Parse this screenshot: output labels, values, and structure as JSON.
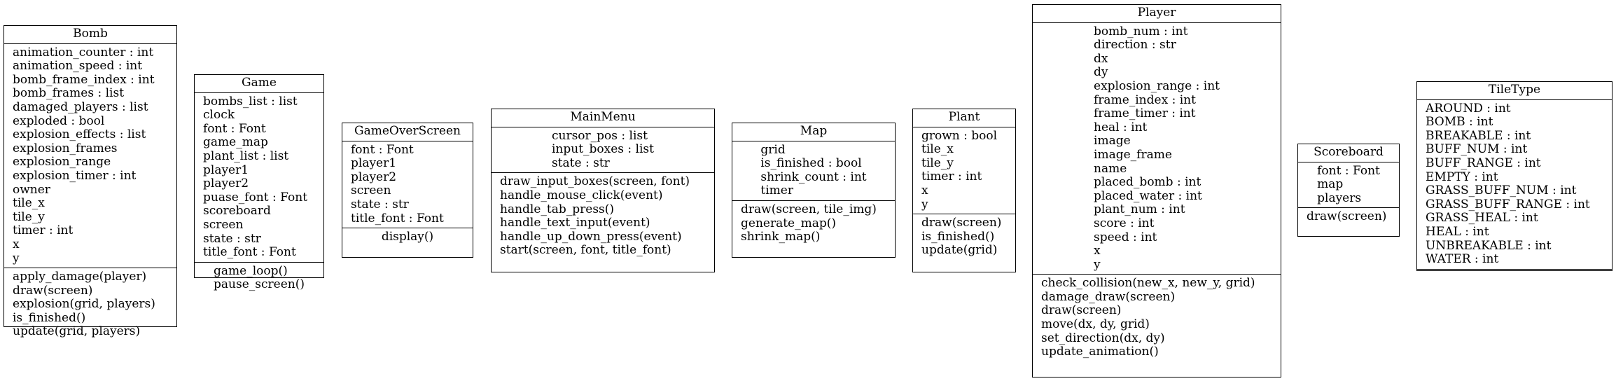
{
  "classes": {
    "bomb": {
      "name": "Bomb",
      "attributes": [
        "animation_counter : int",
        "animation_speed : int",
        "bomb_frame_index : int",
        "bomb_frames : list",
        "damaged_players : list",
        "exploded : bool",
        "explosion_effects : list",
        "explosion_frames",
        "explosion_range",
        "explosion_timer : int",
        "owner",
        "tile_x",
        "tile_y",
        "timer : int",
        "x",
        "y"
      ],
      "methods": [
        "apply_damage(player)",
        "draw(screen)",
        "explosion(grid, players)",
        "is_finished()",
        "update(grid, players)"
      ]
    },
    "game": {
      "name": "Game",
      "attributes": [
        "bombs_list : list",
        "clock",
        "font : Font",
        "game_map",
        "plant_list : list",
        "player1",
        "player2",
        "puase_font : Font",
        "scoreboard",
        "screen",
        "state : str",
        "title_font : Font"
      ],
      "methods": [
        "game_loop()",
        "pause_screen()"
      ]
    },
    "gameover": {
      "name": "GameOverScreen",
      "attributes": [
        "font : Font",
        "player1",
        "player2",
        "screen",
        "state : str",
        "title_font : Font"
      ],
      "methods": [
        "display()"
      ]
    },
    "mainmenu": {
      "name": "MainMenu",
      "attributes": [
        "cursor_pos : list",
        "input_boxes : list",
        "state : str"
      ],
      "methods": [
        "draw_input_boxes(screen, font)",
        "handle_mouse_click(event)",
        "handle_tab_press()",
        "handle_text_input(event)",
        "handle_up_down_press(event)",
        "start(screen, font, title_font)"
      ]
    },
    "map": {
      "name": "Map",
      "attributes": [
        "grid",
        "is_finished : bool",
        "shrink_count : int",
        "timer"
      ],
      "methods": [
        "draw(screen, tile_img)",
        "generate_map()",
        "shrink_map()"
      ]
    },
    "plant": {
      "name": "Plant",
      "attributes": [
        "grown : bool",
        "tile_x",
        "tile_y",
        "timer : int",
        "x",
        "y"
      ],
      "methods": [
        "draw(screen)",
        "is_finished()",
        "update(grid)"
      ]
    },
    "player": {
      "name": "Player",
      "attributes": [
        "bomb_num : int",
        "direction : str",
        "dx",
        "dy",
        "explosion_range : int",
        "frame_index : int",
        "frame_timer : int",
        "heal : int",
        "image",
        "image_frame",
        "name",
        "placed_bomb : int",
        "placed_water : int",
        "plant_num : int",
        "score : int",
        "speed : int",
        "x",
        "y"
      ],
      "methods": [
        "check_collision(new_x, new_y, grid)",
        "damage_draw(screen)",
        "draw(screen)",
        "move(dx, dy, grid)",
        "set_direction(dx, dy)",
        "update_animation()"
      ]
    },
    "scoreboard": {
      "name": "Scoreboard",
      "attributes": [
        "font : Font",
        "map",
        "players"
      ],
      "methods": [
        "draw(screen)"
      ]
    },
    "tiletype": {
      "name": "TileType",
      "attributes": [
        "AROUND : int",
        "BOMB : int",
        "BREAKABLE : int",
        "BUFF_NUM : int",
        "BUFF_RANGE : int",
        "EMPTY : int",
        "GRASS_BUFF_NUM : int",
        "GRASS_BUFF_RANGE : int",
        "GRASS_HEAL : int",
        "HEAL : int",
        "UNBREAKABLE : int",
        "WATER : int"
      ],
      "methods": []
    }
  }
}
